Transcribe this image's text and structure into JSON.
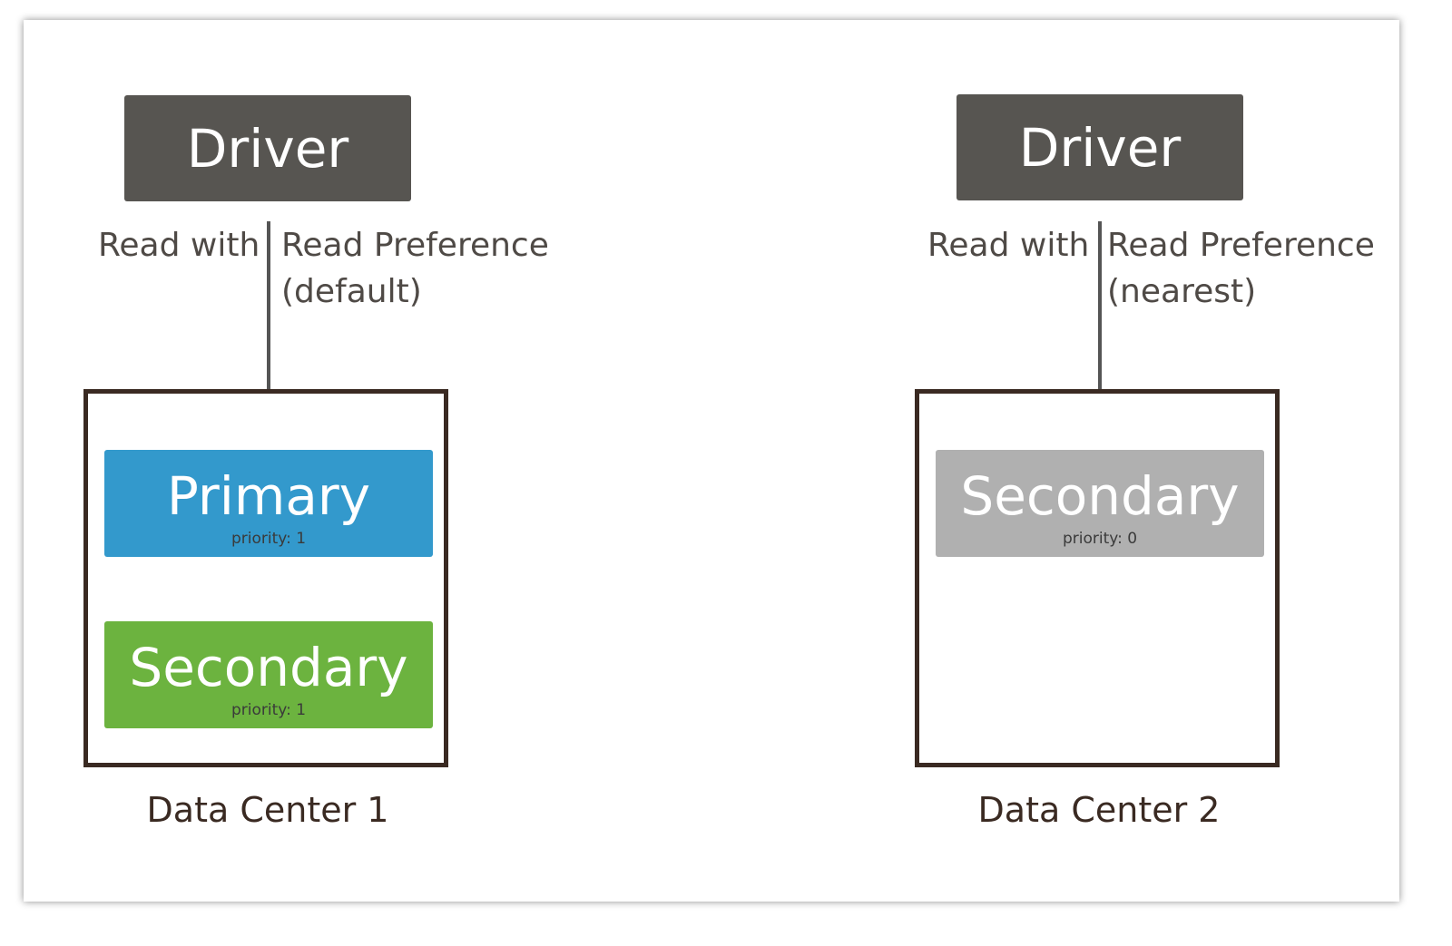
{
  "colors": {
    "driver_bg": "#575551",
    "primary_bg": "#3399cc",
    "secondary_dc1_bg": "#6cb33f",
    "secondary_dc2_bg": "#b0b0b0",
    "datacenter_border": "#3a2a22"
  },
  "left": {
    "driver_label": "Driver",
    "read_with": "Read with",
    "read_pref_line1": "Read Preference",
    "read_pref_line2": "(default)",
    "primary": {
      "name": "Primary",
      "priority": "priority: 1"
    },
    "secondary": {
      "name": "Secondary",
      "priority": "priority: 1"
    },
    "datacenter_label": "Data Center 1"
  },
  "right": {
    "driver_label": "Driver",
    "read_with": "Read with",
    "read_pref_line1": "Read Preference",
    "read_pref_line2": "(nearest)",
    "secondary": {
      "name": "Secondary",
      "priority": "priority: 0"
    },
    "datacenter_label": "Data Center 2"
  }
}
